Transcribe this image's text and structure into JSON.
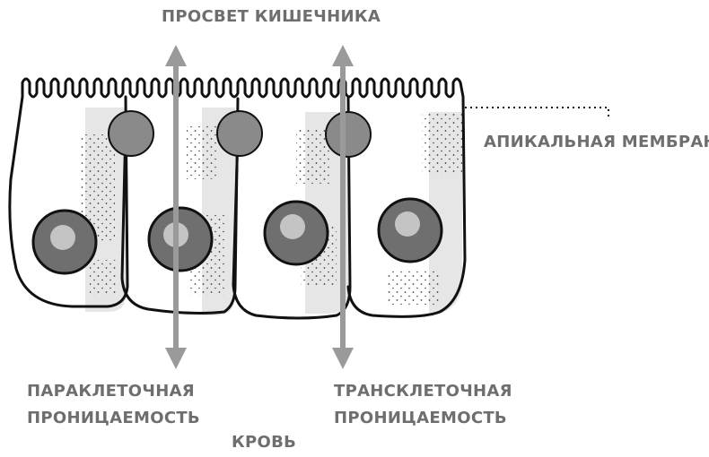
{
  "labels": {
    "lumen": "ПРОСВЕТ КИШЕЧНИКА",
    "apical_membrane": "АПИКАЛЬНАЯ МЕМБРАНА",
    "paracellular_line1": "ПАРАКЛЕТОЧНАЯ",
    "paracellular_line2": "ПРОНИЦАЕМОСТЬ",
    "transcellular_line1": "ТРАНСКЛЕТОЧНАЯ",
    "transcellular_line2": "ПРОНИЦАЕМОСТЬ",
    "blood": "КРОВЬ"
  },
  "colors": {
    "outline": "#111111",
    "shading": "#e6e6e6",
    "junction": "#8a8a8a",
    "nucleus_outer": "#6f6f6f",
    "nucleus_inner": "#c4c4c4",
    "arrow": "#9a9a9a",
    "label": "#6e6e6e"
  }
}
